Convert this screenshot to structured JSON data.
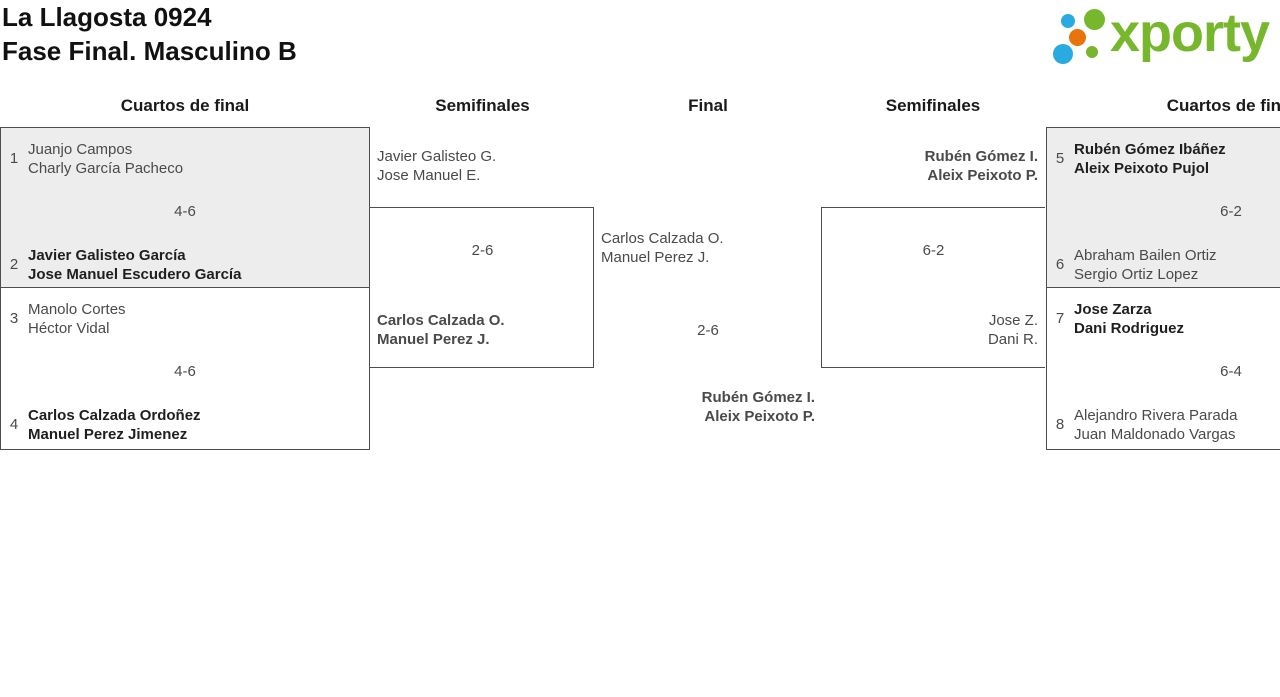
{
  "header": {
    "title_line1": "La Llagosta 0924",
    "title_line2": "Fase Final. Masculino B",
    "logo_text": "xporty"
  },
  "colors": {
    "logo_green": "#76b72d",
    "logo_blue": "#29abe2",
    "logo_orange": "#e8730a",
    "box_fill_gray": "#ededed",
    "line": "#4d4d4d",
    "text_normal": "#4a4a4a",
    "text_winner": "#1f1f1f"
  },
  "columns": [
    {
      "label": "Cuartos de final"
    },
    {
      "label": "Semifinales"
    },
    {
      "label": "Final"
    },
    {
      "label": "Semifinales"
    },
    {
      "label": "Cuartos de final"
    }
  ],
  "matches": {
    "qf1": {
      "seed_top": "1",
      "seed_bottom": "2",
      "score": "4-6",
      "winner": "bottom",
      "top": {
        "p1": "Juanjo Campos",
        "p2": "Charly García Pacheco"
      },
      "bottom": {
        "p1": "Javier Galisteo García",
        "p2": "Jose Manuel Escudero García"
      }
    },
    "qf2": {
      "seed_top": "3",
      "seed_bottom": "4",
      "score": "4-6",
      "winner": "bottom",
      "top": {
        "p1": "Manolo Cortes",
        "p2": "Héctor Vidal"
      },
      "bottom": {
        "p1": "Carlos Calzada Ordoñez",
        "p2": "Manuel Perez Jimenez"
      }
    },
    "qf3": {
      "seed_top": "5",
      "seed_bottom": "6",
      "score": "6-2",
      "winner": "top",
      "top": {
        "p1": "Rubén Gómez Ibáñez",
        "p2": "Aleix Peixoto Pujol"
      },
      "bottom": {
        "p1": "Abraham Bailen Ortiz",
        "p2": "Sergio Ortiz Lopez"
      }
    },
    "qf4": {
      "seed_top": "7",
      "seed_bottom": "8",
      "score": "6-4",
      "winner": "top",
      "top": {
        "p1": "Jose Zarza",
        "p2": "Dani Rodriguez"
      },
      "bottom": {
        "p1": "Alejandro Rivera Parada",
        "p2": "Juan Maldonado Vargas"
      }
    },
    "sf1": {
      "score": "2-6",
      "winner": "bottom",
      "top": {
        "p1": "Javier Galisteo G.",
        "p2": "Jose Manuel E."
      },
      "bottom": {
        "p1": "Carlos Calzada O.",
        "p2": "Manuel Perez J."
      }
    },
    "sf2": {
      "score": "6-2",
      "winner": "top",
      "top": {
        "p1": "Rubén Gómez I.",
        "p2": "Aleix Peixoto P."
      },
      "bottom": {
        "p1": "Jose Z.",
        "p2": "Dani R."
      }
    },
    "final": {
      "score": "2-6",
      "winner": "bottom",
      "top": {
        "p1": "Carlos Calzada O.",
        "p2": "Manuel Perez J."
      },
      "bottom": {
        "p1": "Rubén Gómez I.",
        "p2": "Aleix Peixoto P."
      }
    }
  }
}
